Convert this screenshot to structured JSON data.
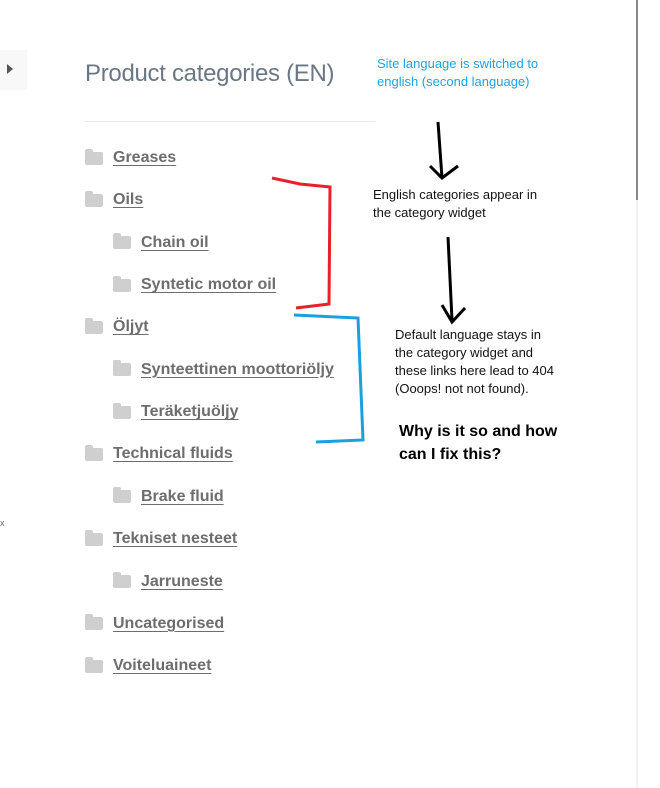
{
  "widget": {
    "title": "Product categories (EN)"
  },
  "categories": [
    {
      "label": "Greases",
      "level": 0
    },
    {
      "label": "Oils",
      "level": 0
    },
    {
      "label": "Chain oil",
      "level": 1
    },
    {
      "label": "Syntetic motor oil",
      "level": 1
    },
    {
      "label": "Öljyt",
      "level": 0
    },
    {
      "label": "Synteettinen moottoriöljy",
      "level": 1
    },
    {
      "label": "Teräketjuöljy",
      "level": 1
    },
    {
      "label": "Technical fluids",
      "level": 0
    },
    {
      "label": "Brake fluid",
      "level": 1
    },
    {
      "label": "Tekniset nesteet",
      "level": 0
    },
    {
      "label": "Jarruneste",
      "level": 1
    },
    {
      "label": "Uncategorised",
      "level": 0
    },
    {
      "label": "Voiteluaineet",
      "level": 0
    }
  ],
  "annotations": {
    "note1": "Site language is switched to english (second language)",
    "note2": "English categories appear in the category widget",
    "note3": "Default language stays in the category widget and these links here lead to 404 (Ooops! not not found).",
    "question": "Why is it so and how can I fix this?"
  },
  "colors": {
    "note1": "#1aa3e8",
    "red_bracket": "#e8202a",
    "blue_bracket": "#1a9fe0"
  }
}
